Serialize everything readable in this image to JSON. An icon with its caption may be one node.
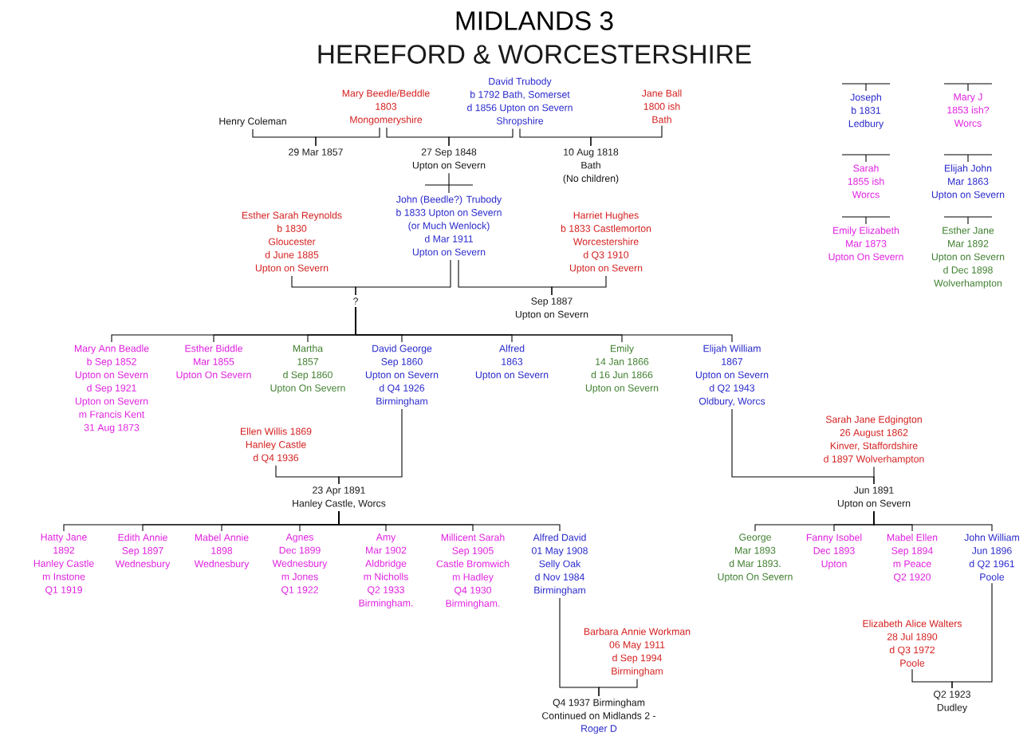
{
  "diagram": {
    "title": "MIDLANDS 3",
    "nodes": [
      {
        "text": [
          "Henry Coleman"
        ]
      },
      {
        "text": [
          "Mary Beedle/Beddle",
          "1803",
          "Mongomeryshire"
        ]
      },
      {
        "text": [
          "David Trubody",
          "b 1792 Bath, Somerset",
          "d 1856 Upton on Severn",
          "Shropshire"
        ]
      },
      {
        "text": [
          "Jane Ball",
          "1800 ish",
          "Bath"
        ]
      },
      {
        "text": [
          "29 Mar 1857"
        ]
      },
      {
        "text": [
          "27 Sep 1848",
          "Upton on Severn"
        ]
      },
      {
        "text": [
          "10 Aug 1818",
          "Bath",
          "(No children)"
        ]
      },
      {
        "text": [
          "John (Beedle?) Trubody",
          "b 1833 Upton on Severn",
          "(or Much Wenlock)",
          "d Mar 1911",
          "Upton on Severn"
        ]
      },
      {
        "text": [
          "Esther Sarah Reynolds",
          "b 1830",
          "Gloucester",
          "d June 1885",
          "Upton on Severn"
        ]
      },
      {
        "text": [
          "Harriet Hughes",
          "b 1833 Castlemorton",
          "Worcestershire",
          "d Q3 1910",
          "Upton on Severn"
        ]
      },
      {
        "text": [
          "?"
        ]
      },
      {
        "text": [
          "Sep 1887",
          "Upton on Severn"
        ]
      },
      {
        "text": [
          "Mary Ann Beadle",
          "b Sep 1852",
          "Upton on Severn",
          "d Sep 1921",
          "Upton on Severn",
          "m Francis Kent",
          "31 Aug 1873"
        ]
      },
      {
        "text": [
          "Esther Biddle",
          "Mar 1855",
          "Upton On Severn"
        ]
      },
      {
        "text": [
          "Martha",
          "1857",
          "d Sep 1860",
          "Upton On Severn"
        ]
      },
      {
        "text": [
          "David George",
          "Sep 1860",
          "Upton on Severn",
          "d Q4 1926",
          "Birmingham"
        ]
      },
      {
        "text": [
          "Alfred",
          "1863",
          "Upton on Severn"
        ]
      },
      {
        "text": [
          "Emily",
          "14 Jan 1866",
          "d 16 Jun 1866",
          "Upton on Severn"
        ]
      },
      {
        "text": [
          "Elijah William",
          "1867",
          "Upton on Severn",
          "d Q2 1943",
          "Oldbury, Worcs"
        ]
      },
      {
        "text": [
          "Ellen Willis 1869",
          "Hanley Castle",
          "d Q4 1936"
        ]
      },
      {
        "text": [
          "Sarah Jane Edgington",
          "26 August 1862",
          "Kinver, Staffordshire",
          "d 1897 Wolverhampton"
        ]
      },
      {
        "text": [
          "23 Apr 1891",
          "Hanley Castle, Worcs"
        ]
      },
      {
        "text": [
          "Jun 1891",
          "Upton on Severn"
        ]
      },
      {
        "text": [
          "Hatty Jane",
          "1892",
          "Hanley Castle",
          "m Instone",
          "Q1 1919"
        ]
      },
      {
        "text": [
          "Edith Annie",
          "Sep 1897",
          "Wednesbury"
        ]
      },
      {
        "text": [
          "Mabel Annie",
          "1898",
          "Wednesbury"
        ]
      },
      {
        "text": [
          "Agnes",
          "Dec 1899",
          "Wednesbury",
          "m Jones",
          "Q1 1922"
        ]
      },
      {
        "text": [
          "Amy",
          "Mar 1902",
          "Aldbridge",
          "m Nicholls",
          "Q2 1933",
          "Birmingham."
        ]
      },
      {
        "text": [
          "Millicent Sarah",
          "Sep 1905",
          "Castle Bromwich",
          "m Hadley",
          "Q4 1930",
          "Birmingham."
        ]
      },
      {
        "text": [
          "Alfred David",
          "01 May 1908",
          "Selly Oak",
          "d Nov 1984",
          "Birmingham"
        ]
      },
      {
        "text": [
          "George",
          "Mar 1893",
          "d Mar 1893.",
          "Upton On Severn"
        ]
      },
      {
        "text": [
          "Fanny Isobel",
          "Dec 1893",
          "Upton"
        ]
      },
      {
        "text": [
          "Mabel Ellen",
          "Sep 1894",
          "m Peace",
          "Q2 1920"
        ]
      },
      {
        "text": [
          "John William",
          "Jun 1896",
          "d Q2 1961",
          "Poole"
        ]
      },
      {
        "text": [
          "Barbara Annie Workman",
          "06 May 1911",
          "d Sep 1994",
          "Birmingham"
        ]
      },
      {
        "text": [
          "Elizabeth Alice Walters",
          "28 Jul 1890",
          "d Q3 1972",
          "Poole"
        ]
      },
      {
        "text": [
          "Q4 1937 Birmingham",
          "Continued on Midlands 2 -"
        ]
      },
      {
        "text": [
          "Q2 1923",
          "Dudley"
        ]
      },
      {
        "text": [
          "Joseph",
          "b 1831",
          "Ledbury"
        ]
      },
      {
        "text": [
          "Mary J",
          "1853 ish?",
          "Worcs"
        ]
      },
      {
        "text": [
          "Sarah",
          "1855 ish",
          "Worcs"
        ]
      },
      {
        "text": [
          "Elijah John",
          "Mar 1863",
          "Upton on Severn"
        ]
      },
      {
        "text": [
          "Emily Elizabeth",
          "Mar 1873",
          "Upton On Severn"
        ]
      },
      {
        "text": [
          "Esther Jane",
          "Mar 1892",
          "Upton on Severn",
          "d Dec 1898",
          "Wolverhampton"
        ]
      }
    ],
    "edges": [
      {
        "from": 0,
        "to": 4,
        "arrow": "none"
      },
      {
        "from": 1,
        "to": 4,
        "arrow": "none"
      },
      {
        "from": 1,
        "to": 5,
        "arrow": "none"
      },
      {
        "from": 2,
        "to": 5,
        "arrow": "none"
      },
      {
        "from": 2,
        "to": 6,
        "arrow": "none"
      },
      {
        "from": 3,
        "to": 6,
        "arrow": "none"
      },
      {
        "from": 5,
        "to": 7,
        "arrow": "none"
      },
      {
        "from": 8,
        "to": 10,
        "arrow": "none"
      },
      {
        "from": 7,
        "to": 10,
        "arrow": "none"
      },
      {
        "from": 7,
        "to": 11,
        "arrow": "none"
      },
      {
        "from": 9,
        "to": 11,
        "arrow": "none"
      },
      {
        "from": 10,
        "to": 12,
        "arrow": "none"
      },
      {
        "from": 10,
        "to": 13,
        "arrow": "none"
      },
      {
        "from": 10,
        "to": 14,
        "arrow": "none"
      },
      {
        "from": 10,
        "to": 15,
        "arrow": "none"
      },
      {
        "from": 10,
        "to": 16,
        "arrow": "none"
      },
      {
        "from": 10,
        "to": 17,
        "arrow": "none"
      },
      {
        "from": 10,
        "to": 18,
        "arrow": "none"
      },
      {
        "from": 19,
        "to": 21,
        "arrow": "none"
      },
      {
        "from": 15,
        "to": 21,
        "arrow": "none"
      },
      {
        "from": 18,
        "to": 22,
        "arrow": "none"
      },
      {
        "from": 20,
        "to": 22,
        "arrow": "none"
      },
      {
        "from": 21,
        "to": 23,
        "arrow": "none"
      },
      {
        "from": 21,
        "to": 24,
        "arrow": "none"
      },
      {
        "from": 21,
        "to": 25,
        "arrow": "none"
      },
      {
        "from": 21,
        "to": 26,
        "arrow": "none"
      },
      {
        "from": 21,
        "to": 27,
        "arrow": "none"
      },
      {
        "from": 21,
        "to": 28,
        "arrow": "none"
      },
      {
        "from": 21,
        "to": 29,
        "arrow": "none"
      },
      {
        "from": 22,
        "to": 30,
        "arrow": "none"
      },
      {
        "from": 22,
        "to": 31,
        "arrow": "none"
      },
      {
        "from": 22,
        "to": 32,
        "arrow": "none"
      },
      {
        "from": 22,
        "to": 33,
        "arrow": "none"
      },
      {
        "from": 29,
        "to": 36,
        "arrow": "none"
      },
      {
        "from": 34,
        "to": 36,
        "arrow": "none"
      },
      {
        "from": 33,
        "to": 37,
        "arrow": "none"
      },
      {
        "from": 35,
        "to": 37,
        "arrow": "none"
      },
      {
        "from": null,
        "to": 38,
        "arrow": "none"
      },
      {
        "from": null,
        "to": 39,
        "arrow": "none"
      },
      {
        "from": null,
        "to": 40,
        "arrow": "none"
      },
      {
        "from": null,
        "to": 41,
        "arrow": "none"
      },
      {
        "from": null,
        "to": 42,
        "arrow": "none"
      },
      {
        "from": null,
        "to": 43,
        "arrow": "none"
      }
    ],
    "labels": [
      "HEREFORD & WORCESTERSHIRE",
      "Roger D"
    ]
  }
}
